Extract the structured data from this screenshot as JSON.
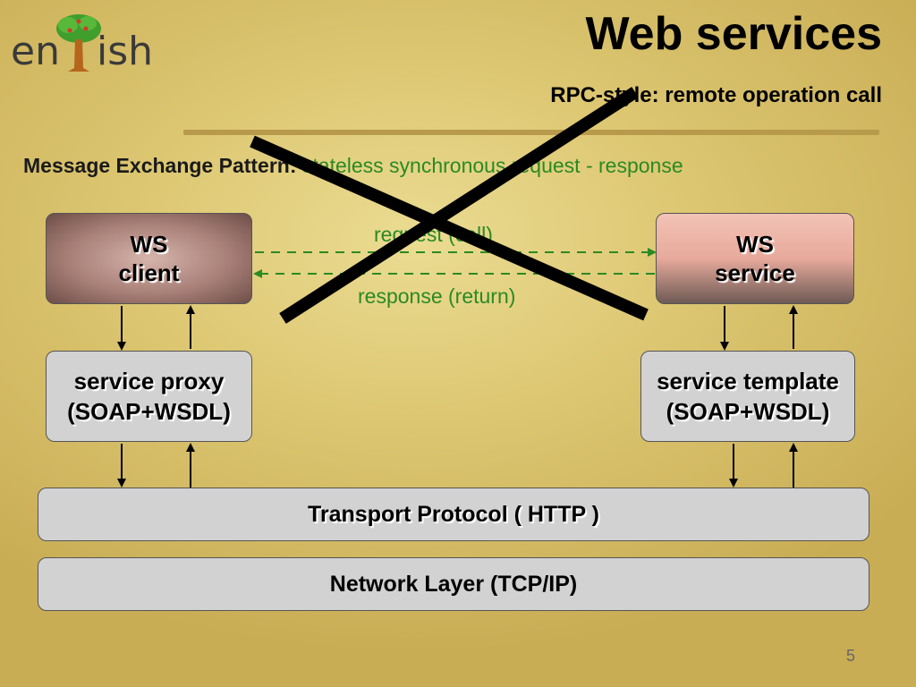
{
  "logo": {
    "text_left": "en",
    "text_right": "ish"
  },
  "slide": {
    "title": "Web services",
    "subtitle": "RPC-style:  remote operation call",
    "mep_label": "Message Exchange Pattern:",
    "mep_value": "stateless synchronous request - response",
    "page_number": "5"
  },
  "diagram": {
    "ws_client": {
      "line1": "WS",
      "line2": "client"
    },
    "ws_service": {
      "line1": "WS",
      "line2": "service"
    },
    "service_proxy": {
      "line1": "service proxy",
      "line2": "(SOAP+WSDL)"
    },
    "service_template": {
      "line1": "service template",
      "line2": "(SOAP+WSDL)"
    },
    "transport": "Transport Protocol ( HTTP )",
    "network": "Network Layer (TCP/IP)",
    "request_label": "request (call)",
    "response_label": "response (return)"
  },
  "colors": {
    "accent_green": "#2a8a23",
    "cross_black": "#000000",
    "layer_gray": "#d2d2d2"
  }
}
